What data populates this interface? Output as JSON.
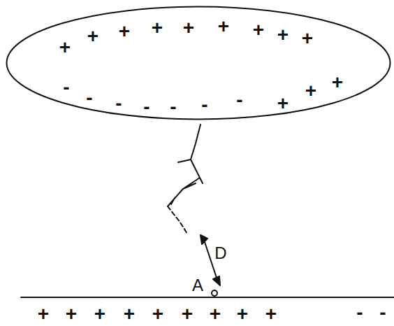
{
  "diagram": {
    "nodes": [
      {
        "text": [
          "+",
          "+",
          "+",
          "+",
          "+",
          "+",
          "+",
          "+",
          "+",
          "-",
          "-",
          "-",
          "-",
          "-",
          "-",
          "-",
          "+",
          "+",
          "+"
        ]
      }
    ],
    "labels": [
      "D",
      "A",
      "+",
      "+",
      "+",
      "+",
      "+",
      "+",
      "+",
      "+",
      "+",
      "-",
      "-"
    ]
  }
}
